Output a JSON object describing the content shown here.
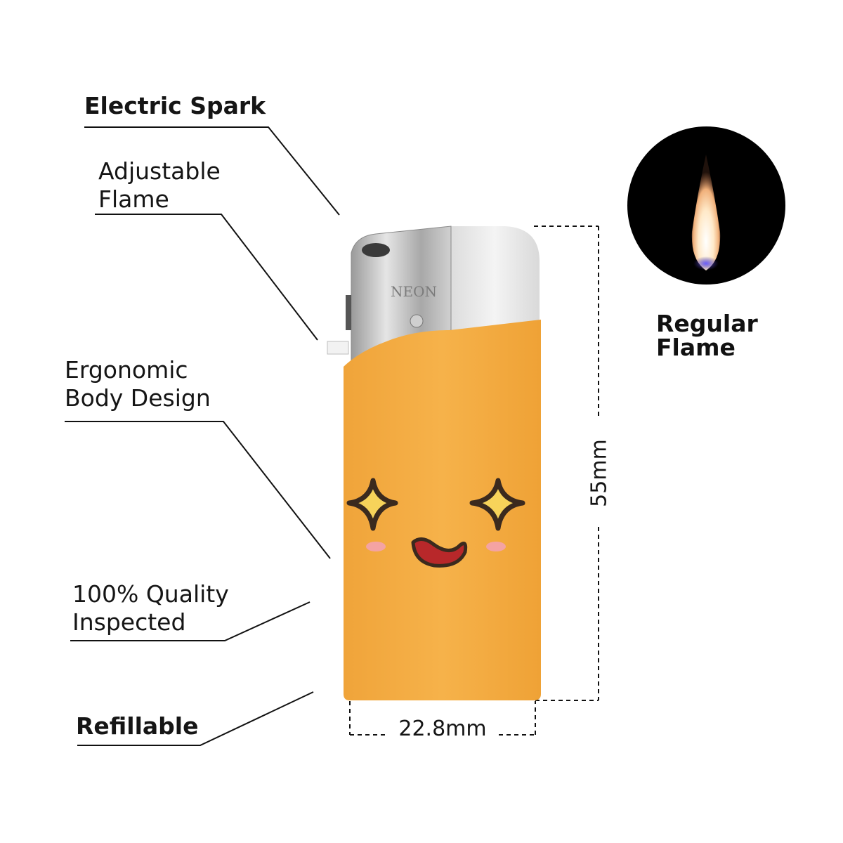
{
  "features": {
    "electric_spark": "Electric Spark",
    "adjustable_flame_line1": "Adjustable",
    "adjustable_flame_line2": "Flame",
    "ergonomic_line1": "Ergonomic",
    "ergonomic_line2": "Body Design",
    "quality_line1": "100% Quality",
    "quality_line2": "Inspected",
    "refillable": "Refillable"
  },
  "dimensions": {
    "height": "55mm",
    "width": "22.8mm"
  },
  "flame": {
    "caption_line1": "Regular",
    "caption_line2": "Flame"
  },
  "product": {
    "brand_mark": "NEON"
  },
  "colors": {
    "body": "#f3a93a",
    "cap": "#ececec",
    "metal": "#b9b9b9",
    "flame_bg": "#000000"
  }
}
